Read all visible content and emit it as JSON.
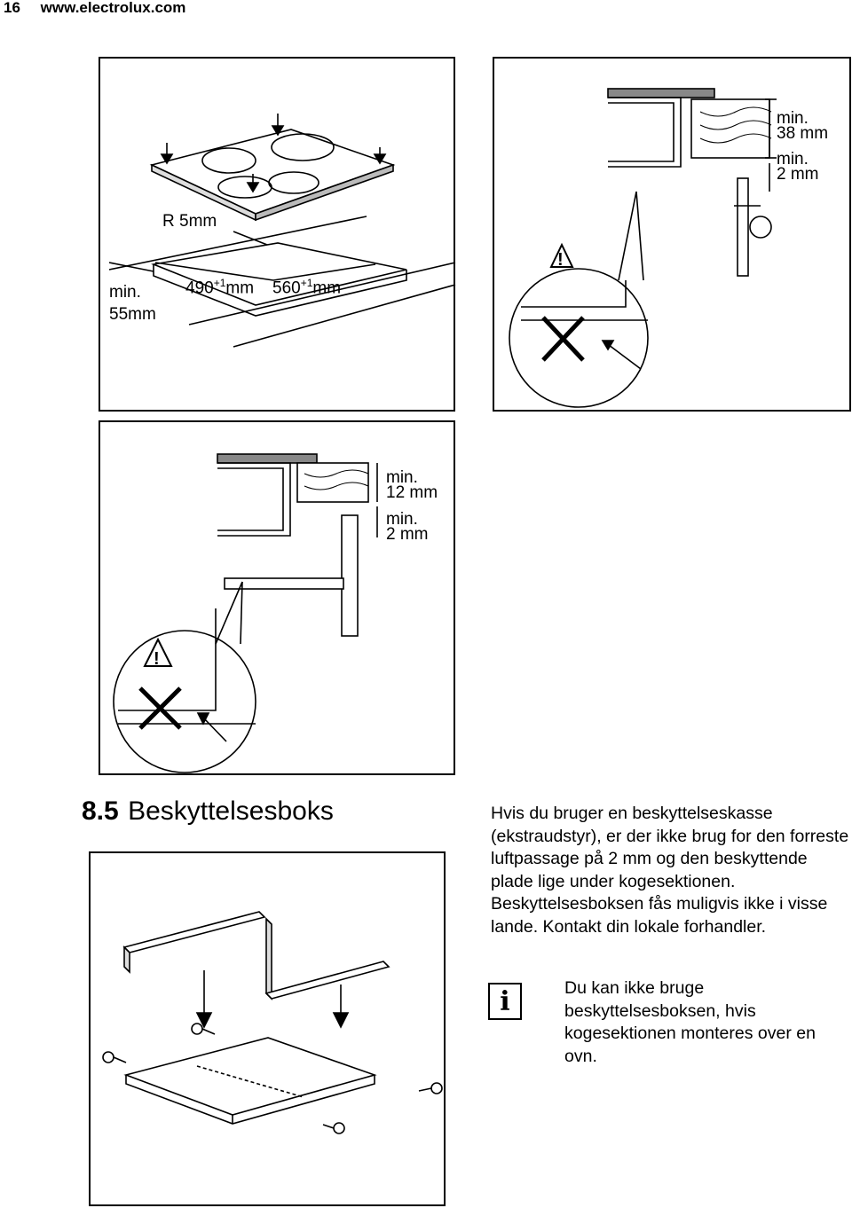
{
  "header": {
    "page_number": "16",
    "site": "www.electrolux.com"
  },
  "figure1": {
    "label_radius": "R 5mm",
    "label_min55_a": "min.",
    "label_min55_b": "55mm",
    "label_width_value": "490",
    "label_width_tol": "+1",
    "label_width_unit": "mm",
    "label_depth_value": "560",
    "label_depth_tol": "+1",
    "label_depth_unit": "mm"
  },
  "figure2": {
    "label_38_a": "min.",
    "label_38_b": "38 mm",
    "label_2_a": "min.",
    "label_2_b": "2 mm"
  },
  "figure3": {
    "label_12_a": "min.",
    "label_12_b": "12 mm",
    "label_2_a": "min.",
    "label_2_b": "2 mm"
  },
  "section": {
    "number": "8.5",
    "title": "Beskyttelsesboks",
    "paragraph": "Hvis du bruger en beskyttelseskasse (ekstraudstyr), er der ikke brug for den forreste luftpassage på 2 mm og den beskyttende plade lige under kogesektionen. Beskyttelsesboksen fås muligvis ikke i visse lande. Kontakt din lokale forhandler.",
    "info_icon": "i",
    "note": "Du kan ikke bruge beskyttelsesboksen, hvis kogesektionen monteres over en ovn."
  }
}
